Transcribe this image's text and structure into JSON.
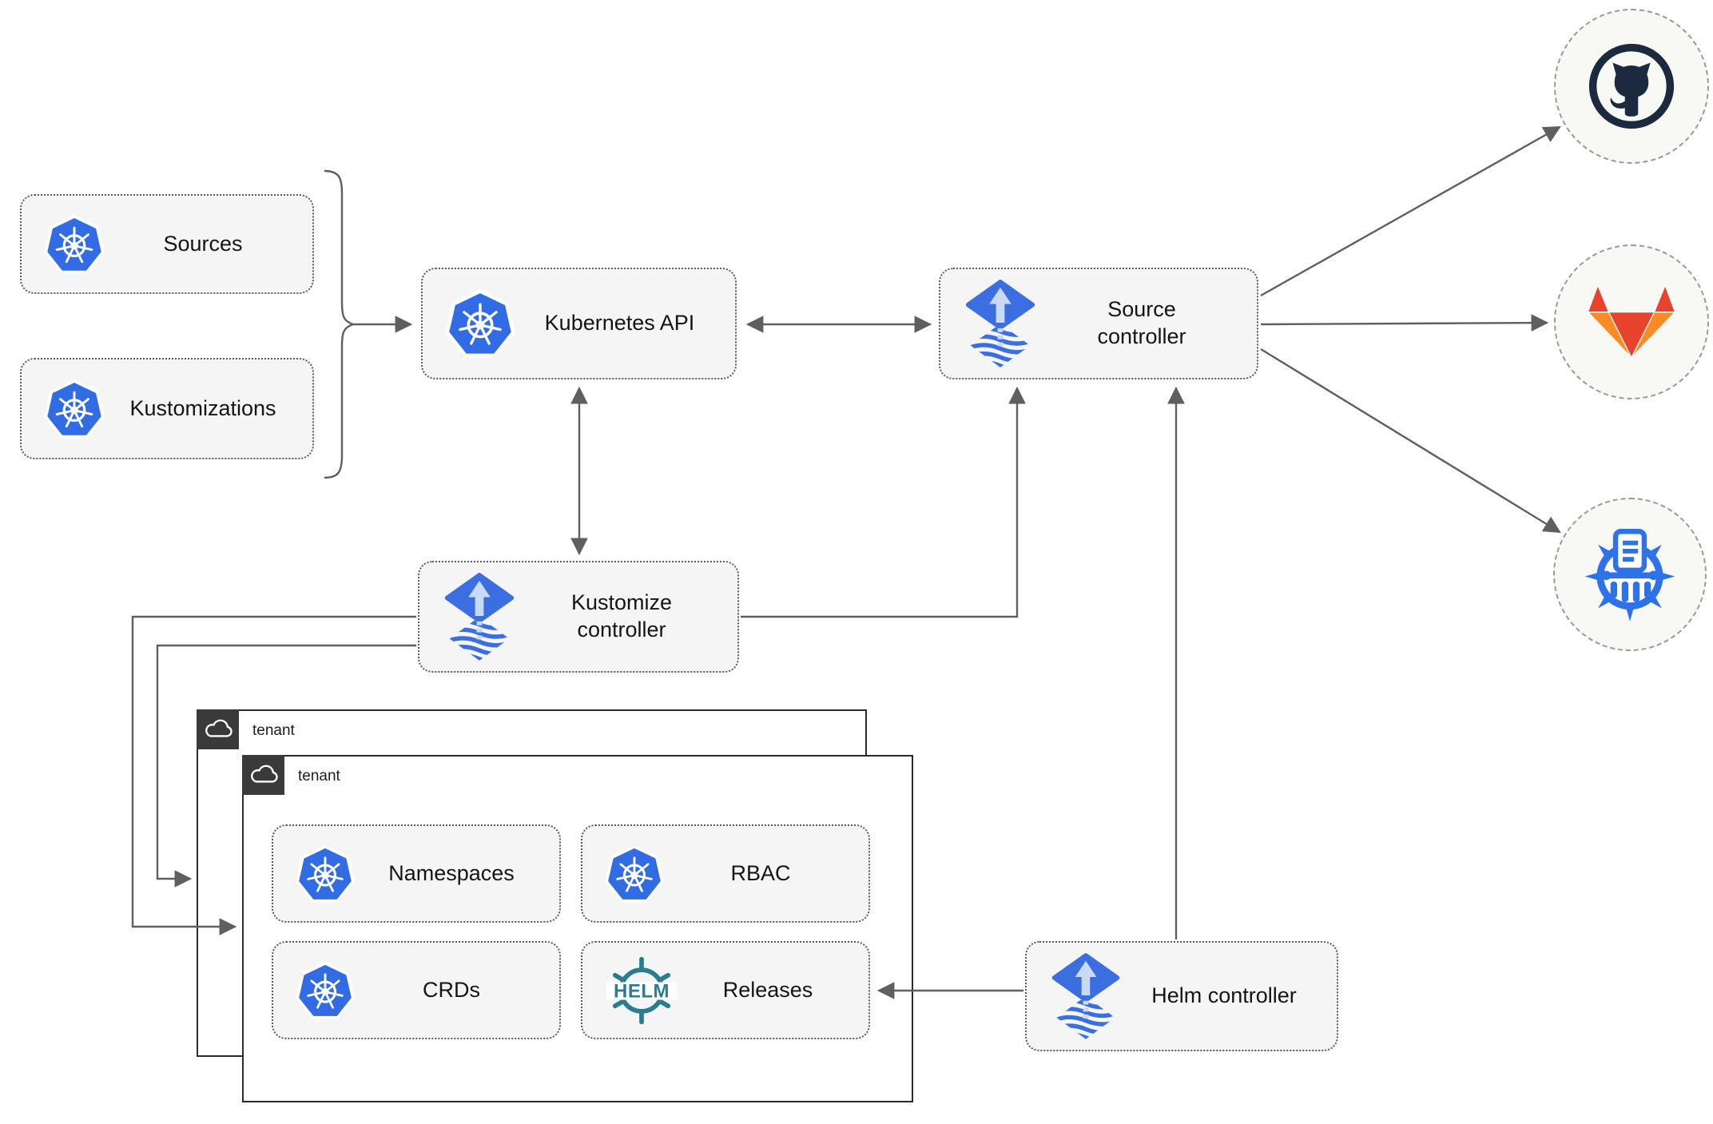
{
  "nodes": {
    "sources": {
      "label": "Sources"
    },
    "kustomizations": {
      "label": "Kustomizations"
    },
    "kubernetes_api": {
      "label": "Kubernetes API"
    },
    "source_controller": {
      "label": "Source controller"
    },
    "kustomize_controller": {
      "label": "Kustomize controller"
    },
    "helm_controller": {
      "label": "Helm controller"
    },
    "namespaces": {
      "label": "Namespaces"
    },
    "rbac": {
      "label": "RBAC"
    },
    "crds": {
      "label": "CRDs"
    },
    "releases": {
      "label": "Releases"
    }
  },
  "tenants": {
    "back": {
      "label": "tenant"
    },
    "front": {
      "label": "tenant"
    }
  },
  "helm_logo_text": "HELM",
  "icons": {
    "kubernetes": "kubernetes-icon",
    "flux": "flux-icon",
    "helm": "helm-icon",
    "github": "github-icon",
    "gitlab": "gitlab-icon",
    "helm_repository": "chart-museum-icon",
    "cloud": "cloud-icon"
  },
  "colors": {
    "node_fill": "#f5f5f5",
    "node_border": "#5a5a5a",
    "arrow": "#5f5f5f",
    "kubernetes_blue": "#326ce5",
    "flux_blue": "#3b6ee0",
    "flux_light_blue": "#c9d9f6",
    "helm_teal": "#2a7d91",
    "github_navy": "#1b2a3e",
    "gitlab_red": "#e8432c",
    "gitlab_orange": "#fc8a25",
    "tenant_badge": "#3a3a3a",
    "tenant_border": "#2b2b2b"
  }
}
